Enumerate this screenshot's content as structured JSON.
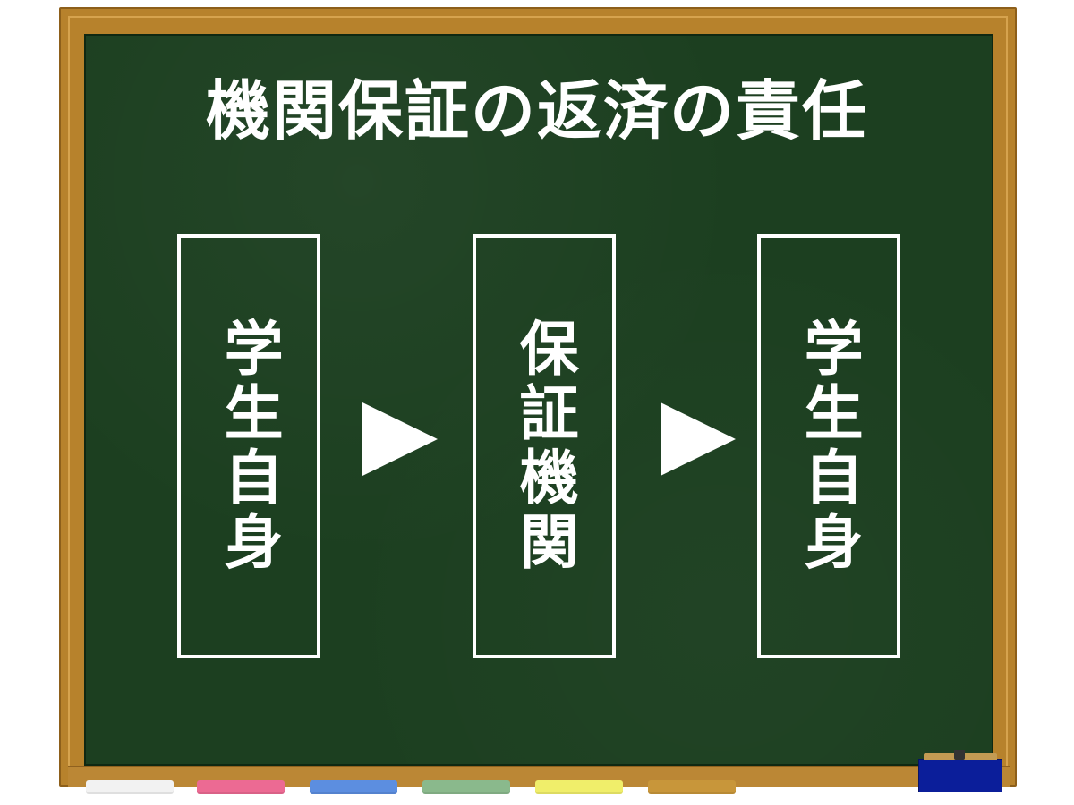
{
  "title": "機関保証の返済の責任",
  "steps": [
    {
      "label": "学生自身"
    },
    {
      "label": "保証機関"
    },
    {
      "label": "学生自身"
    }
  ],
  "icons": {
    "arrow": "triangle-right-icon",
    "eraser": "eraser-icon"
  },
  "colors": {
    "board": "#1c3f20",
    "frame": "#b7822c",
    "chalk_text": "#ffffff",
    "chalk_sticks": [
      "#f2f2f2",
      "#ec6a93",
      "#5c8ee0",
      "#8ab98c",
      "#f0ee6a",
      "#c8963a"
    ],
    "eraser": "#0b1e9a"
  }
}
